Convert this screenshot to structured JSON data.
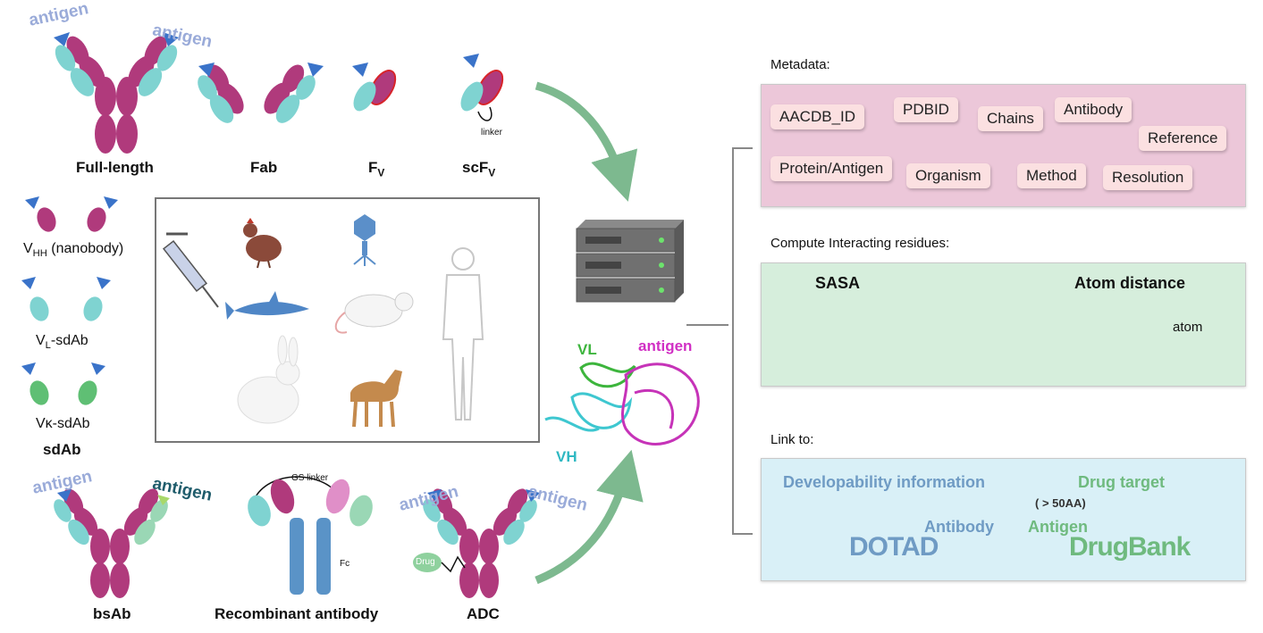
{
  "antibody_formats": {
    "antigen": "antigen",
    "full_length": "Full-length",
    "fab": "Fab",
    "fv_main": "F",
    "fv_sub": "V",
    "scfv_main": "scF",
    "scfv_sub": "V",
    "linker": "linker",
    "vhh_main": "V",
    "vhh_sub": "HH",
    "vhh_rest": " (nanobody)",
    "vl_main": "V",
    "vl_sub": "L",
    "vl_rest": "-sdAb",
    "vk_label": "Vκ-sdAb",
    "sdab": "sdAb",
    "bsab": "bsAb",
    "recombinant": "Recombinant antibody",
    "gs_linker": "GS linker",
    "fc": "Fc",
    "adc": "ADC",
    "drug": "Drug"
  },
  "structure": {
    "vl": "VL",
    "vh": "VH",
    "antigen": "antigen"
  },
  "metadata": {
    "title": "Metadata:",
    "fields": [
      "AACDB_ID",
      "PDBID",
      "Chains",
      "Antibody",
      "Reference",
      "Protein/Antigen",
      "Organism",
      "Method",
      "Resolution"
    ]
  },
  "interacting": {
    "title": "Compute Interacting residues:",
    "sasa": "SASA",
    "atom_distance": "Atom distance",
    "atom": "atom"
  },
  "link": {
    "title": "Link to:",
    "developability": "Developability information",
    "antibody": "Antibody",
    "dotad": "DOTAD",
    "drug_target": "Drug target",
    "length_note": "( > 50AA)",
    "antigen": "Antigen",
    "drugbank": "DrugBank"
  },
  "colors": {
    "heavy": "#b03a7c",
    "light": "#7fd3d1",
    "vk": "#5fbf74",
    "antigen_text": "#9aabd9",
    "arrow": "#7db98f",
    "meta_panel": "#ecc7d9",
    "interact_panel": "#d6eedc",
    "link_panel": "#d9f0f7"
  }
}
